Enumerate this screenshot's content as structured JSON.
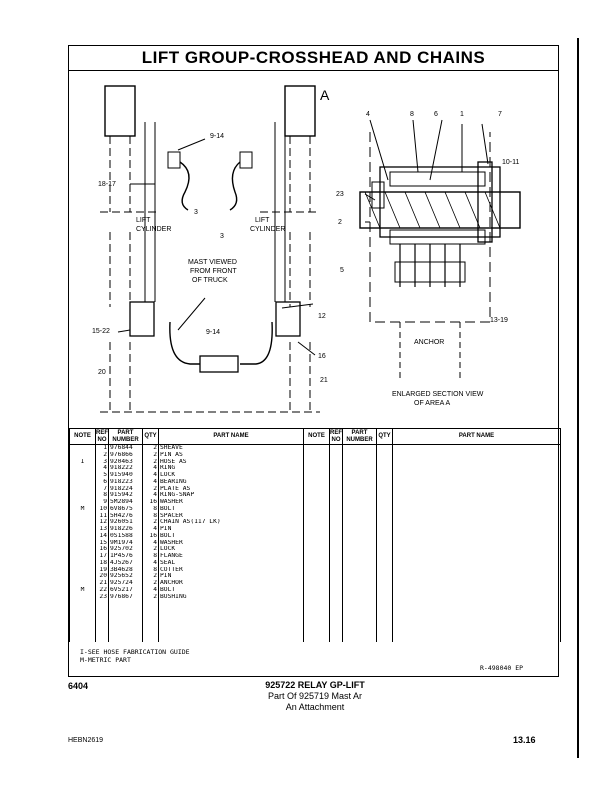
{
  "title": "LIFT GROUP-CROSSHEAD AND CHAINS",
  "drawing": {
    "view_label": "A",
    "left_callouts": [
      "9-14",
      "18-17",
      "3",
      "3",
      "15-22",
      "20",
      "9-14",
      "12",
      "16",
      "21"
    ],
    "lift_cylinder": "LIFT\nCYLINDER",
    "mast_note_lines": [
      "MAST VIEWED",
      "FROM FRONT",
      "OF TRUCK"
    ],
    "right_callouts": [
      "4",
      "8",
      "6",
      "1",
      "7",
      "10-11",
      "23",
      "2",
      "5",
      "13-19"
    ],
    "anchor": "ANCHOR",
    "section_caption": [
      "ENLARGED SECTION VIEW",
      "OF AREA A"
    ]
  },
  "table": {
    "headers": {
      "note": "NOTE",
      "ref_no": "REF NO",
      "part_number": "PART NUMBER",
      "qty": "QTY",
      "part_name": "PART NAME"
    },
    "rows": [
      {
        "note": "",
        "ref": "1",
        "part": "976844",
        "qty": "2",
        "name": "SHEAVE"
      },
      {
        "note": "",
        "ref": "2",
        "part": "976866",
        "qty": "2",
        "name": "PIN AS"
      },
      {
        "note": "I",
        "ref": "3",
        "part": "920463",
        "qty": "2",
        "name": "HOSE AS"
      },
      {
        "note": "",
        "ref": "4",
        "part": "918222",
        "qty": "4",
        "name": "RING"
      },
      {
        "note": "",
        "ref": "5",
        "part": "915940",
        "qty": "4",
        "name": "LOCK"
      },
      {
        "note": "",
        "ref": "6",
        "part": "918223",
        "qty": "4",
        "name": "BEARING"
      },
      {
        "note": "",
        "ref": "7",
        "part": "918224",
        "qty": "2",
        "name": "PLATE AS"
      },
      {
        "note": "",
        "ref": "8",
        "part": "915942",
        "qty": "4",
        "name": "RING-SNAP"
      },
      {
        "note": "",
        "ref": "9",
        "part": "5M2894",
        "qty": "16",
        "name": "WASHER"
      },
      {
        "note": "M",
        "ref": "10",
        "part": "6V8675",
        "qty": "8",
        "name": "BOLT"
      },
      {
        "note": "",
        "ref": "11",
        "part": "5H4276",
        "qty": "8",
        "name": "SPACER"
      },
      {
        "note": "",
        "ref": "12",
        "part": "926051",
        "qty": "2",
        "name": "CHAIN AS(117 LK)"
      },
      {
        "note": "",
        "ref": "13",
        "part": "918226",
        "qty": "4",
        "name": "PIN"
      },
      {
        "note": "",
        "ref": "14",
        "part": "0S1588",
        "qty": "16",
        "name": "BOLT"
      },
      {
        "note": "",
        "ref": "15",
        "part": "9M1974",
        "qty": "4",
        "name": "WASHER"
      },
      {
        "note": "",
        "ref": "16",
        "part": "925702",
        "qty": "2",
        "name": "LOCK"
      },
      {
        "note": "",
        "ref": "17",
        "part": "1P4576",
        "qty": "8",
        "name": "FLANGE"
      },
      {
        "note": "",
        "ref": "18",
        "part": "4J5267",
        "qty": "4",
        "name": "SEAL"
      },
      {
        "note": "",
        "ref": "19",
        "part": "3B4628",
        "qty": "8",
        "name": "COTTER"
      },
      {
        "note": "",
        "ref": "20",
        "part": "925652",
        "qty": "2",
        "name": "PIN"
      },
      {
        "note": "",
        "ref": "21",
        "part": "925724",
        "qty": "2",
        "name": "ANCHOR"
      },
      {
        "note": "M",
        "ref": "22",
        "part": "6V5217",
        "qty": "4",
        "name": "BOLT"
      },
      {
        "note": "",
        "ref": "23",
        "part": "976867",
        "qty": "2",
        "name": "BUSHING"
      }
    ]
  },
  "notes": [
    "I-SEE HOSE FABRICATION GUIDE",
    "M-METRIC PART"
  ],
  "drawing_number": "R-498040 EP",
  "footer": {
    "page_code": "6404",
    "line1": "925722 RELAY GP-LIFT",
    "line2": "Part Of 925719 Mast Ar",
    "line3": "An Attachment",
    "doc_id": "HEBN2619",
    "page": "13.16"
  }
}
